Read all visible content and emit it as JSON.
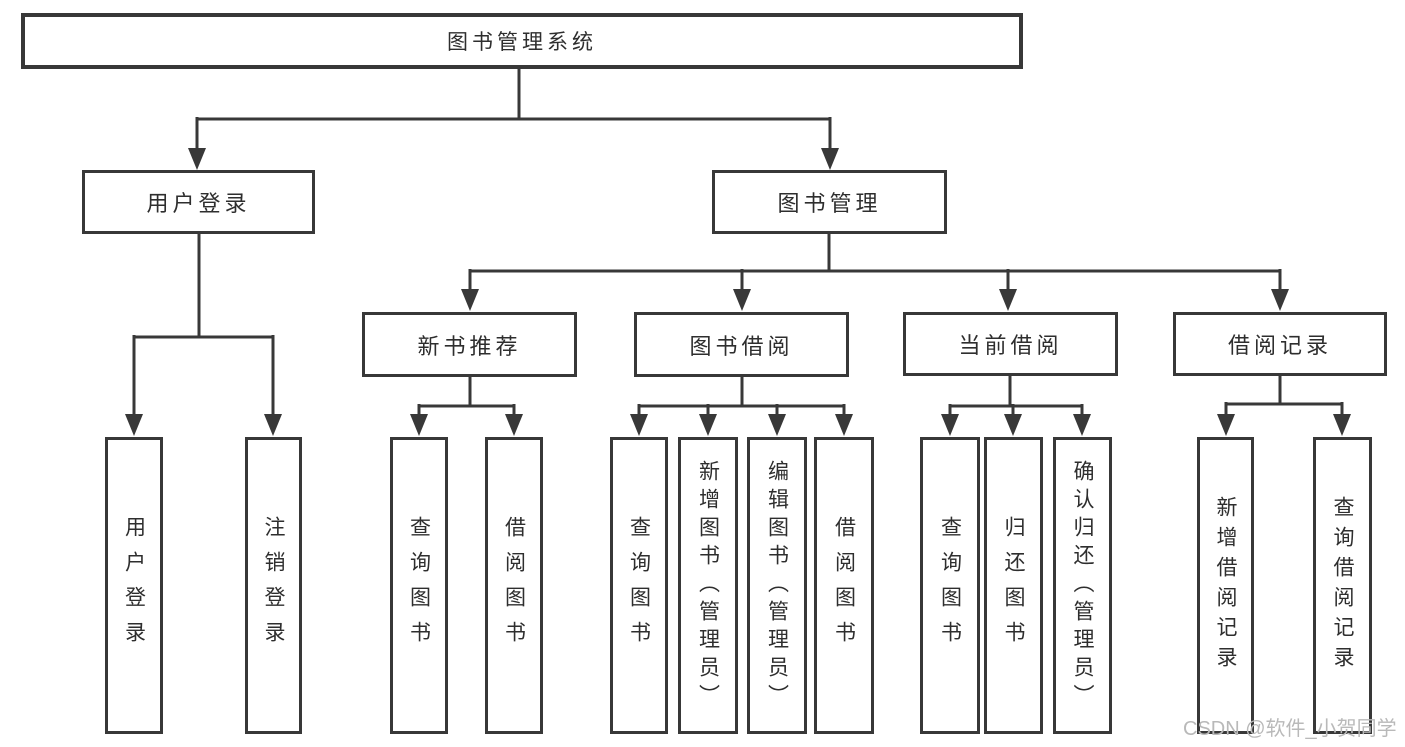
{
  "title": "图书管理系统",
  "watermark": "CSDN @软件_小贺同学",
  "colors": {
    "line": "#383838",
    "text": "#2e2e2e",
    "wm": "#b9b9b9",
    "bg": "#ffffff"
  },
  "diagram_type": "hierarchy-tree",
  "tree": {
    "root": {
      "label": "图书管理系统",
      "children": [
        {
          "label": "用户登录",
          "children": [
            {
              "label": "用户登录"
            },
            {
              "label": "注销登录"
            }
          ]
        },
        {
          "label": "图书管理",
          "children": [
            {
              "label": "新书推荐",
              "children": [
                {
                  "label": "查询图书"
                },
                {
                  "label": "借阅图书"
                }
              ]
            },
            {
              "label": "图书借阅",
              "children": [
                {
                  "label": "查询图书"
                },
                {
                  "label": "新增图书（管理员）"
                },
                {
                  "label": "编辑图书（管理员）"
                },
                {
                  "label": "借阅图书"
                }
              ]
            },
            {
              "label": "当前借阅",
              "children": [
                {
                  "label": "查询图书"
                },
                {
                  "label": "归还图书"
                },
                {
                  "label": "确认归还（管理员）"
                }
              ]
            },
            {
              "label": "借阅记录",
              "children": [
                {
                  "label": "新增借阅记录"
                },
                {
                  "label": "查询借阅记录"
                }
              ]
            }
          ]
        }
      ]
    }
  }
}
